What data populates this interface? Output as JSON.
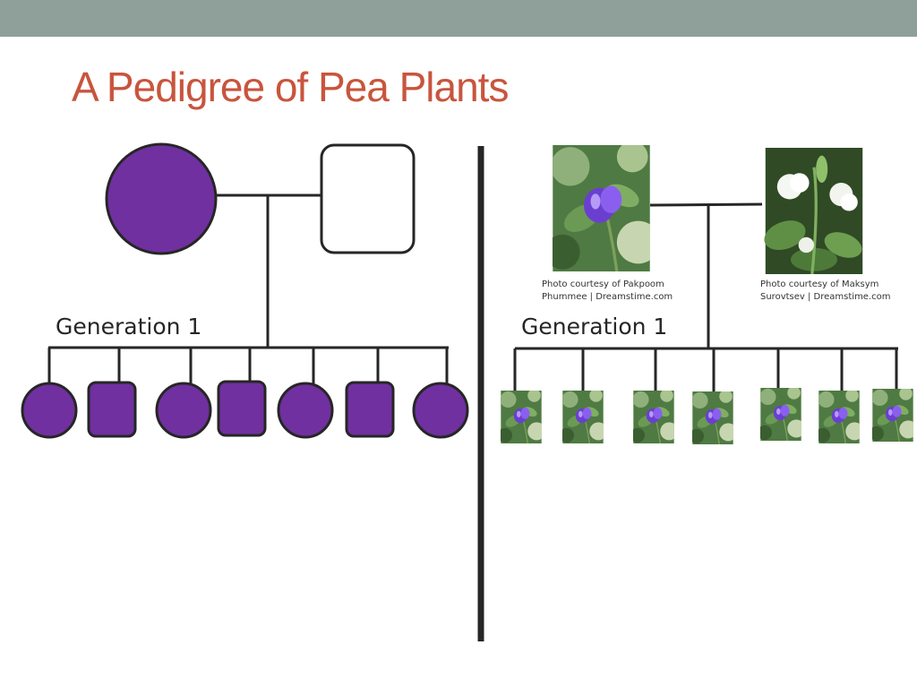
{
  "slide": {
    "title": "A Pedigree of Pea Plants",
    "accent_color": "#c8553d",
    "band_color": "#8fa09a"
  },
  "left_pedigree": {
    "generation_label": "Generation 1",
    "parents": [
      {
        "shape": "circle",
        "fill": "#7030a0"
      },
      {
        "shape": "square",
        "fill": "#ffffff"
      }
    ],
    "offspring": [
      {
        "shape": "circle",
        "fill": "#7030a0"
      },
      {
        "shape": "square",
        "fill": "#7030a0"
      },
      {
        "shape": "circle",
        "fill": "#7030a0"
      },
      {
        "shape": "square",
        "fill": "#7030a0"
      },
      {
        "shape": "circle",
        "fill": "#7030a0"
      },
      {
        "shape": "square",
        "fill": "#7030a0"
      },
      {
        "shape": "circle",
        "fill": "#7030a0"
      }
    ]
  },
  "right_pedigree": {
    "generation_label": "Generation 1",
    "parents": [
      {
        "photo": "purple-pea-flower",
        "credit": [
          "Photo courtesy of Pakpoom",
          "Phummee | Dreamstime.com"
        ]
      },
      {
        "photo": "white-pea-flower",
        "credit": [
          "Photo courtesy of Maksym",
          "Surovtsev | Dreamstime.com"
        ]
      }
    ],
    "offspring": [
      {
        "photo": "purple-pea-flower"
      },
      {
        "photo": "purple-pea-flower"
      },
      {
        "photo": "purple-pea-flower"
      },
      {
        "photo": "purple-pea-flower"
      },
      {
        "photo": "purple-pea-flower"
      },
      {
        "photo": "purple-pea-flower"
      },
      {
        "photo": "purple-pea-flower"
      }
    ]
  }
}
